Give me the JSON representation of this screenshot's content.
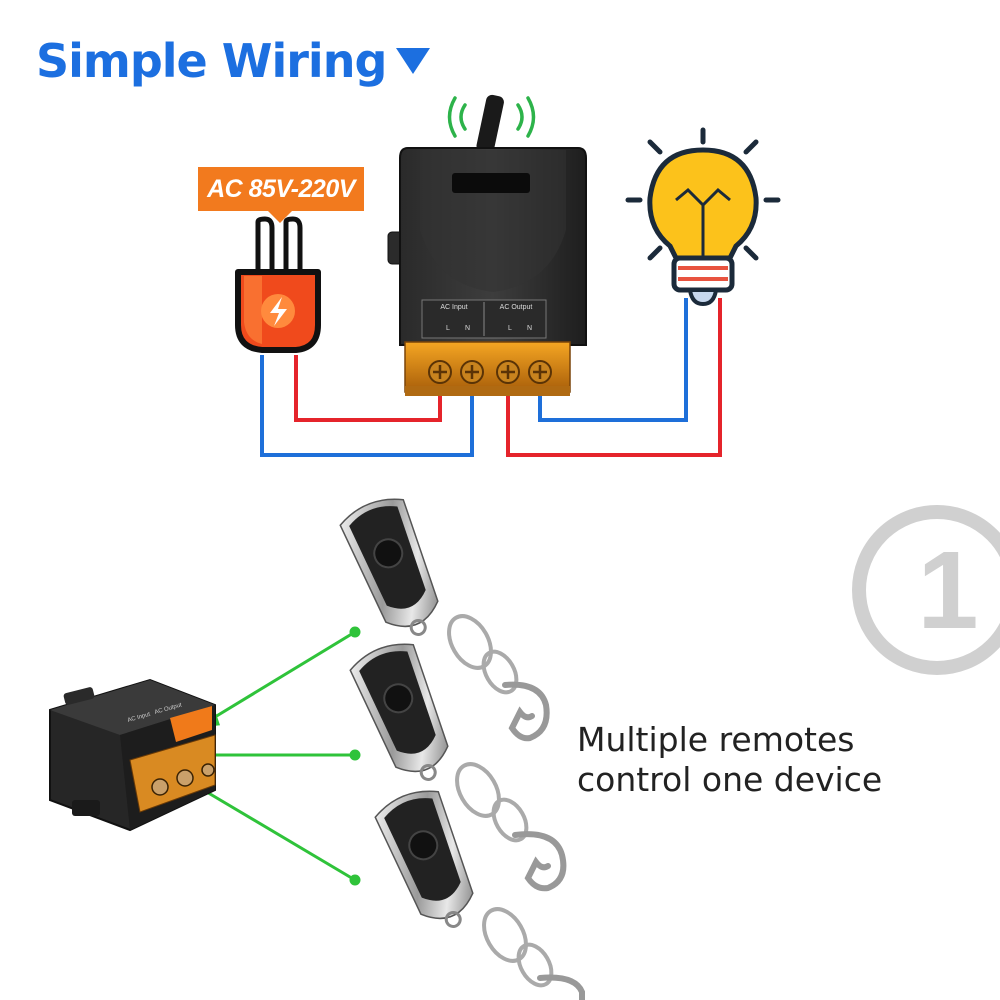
{
  "title": "Simple Wiring",
  "title_arrow_icon": "triangle-down-icon",
  "voltage_tag": "AC 85V-220V",
  "receiver_labels": {
    "input": "AC Input",
    "output": "AC Output",
    "L": "L",
    "N": "N"
  },
  "wire_colors": {
    "live": "#e5242b",
    "neutral": "#1e6fd9"
  },
  "step_number": "1",
  "caption": {
    "line1": "Multiple remotes",
    "line2": "control one device"
  },
  "icons": [
    "plug-icon",
    "light-bulb-icon",
    "signal-waves-icon",
    "remote-fob-icon",
    "relay-receiver-icon"
  ]
}
